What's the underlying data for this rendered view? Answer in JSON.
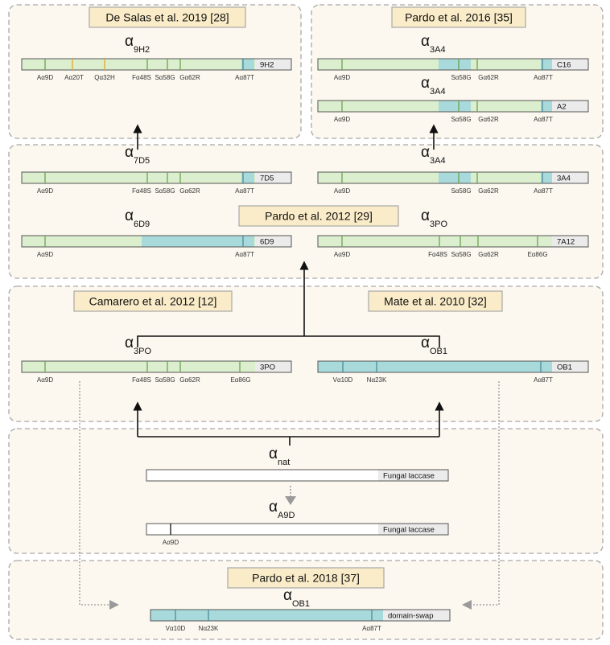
{
  "refs": {
    "desalas": "De Salas et al. 2019 [28]",
    "pardo2016": "Pardo et al. 2016 [35]",
    "pardo2012": "Pardo et al. 2012 [29]",
    "camarero": "Camarero et al. 2012 [12]",
    "mate": "Mate et al. 2010 [32]",
    "pardo2018": "Pardo et al. 2018 [37]"
  },
  "alpha": {
    "symbol": "α",
    "a9h2": "9H2",
    "a3a4_top": "3A4",
    "a3a4_mid": "3A4",
    "a7d5": "7D5",
    "a3a4": "3A4",
    "a6d9": "6D9",
    "a3po_top": "3PO",
    "a3po": "3PO",
    "aob1": "OB1",
    "anat": "nat",
    "aa9d": "A9D",
    "aob1_swap": "OB1"
  },
  "constructs": [
    {
      "id": "b9h2",
      "tag": "9H2",
      "mutations": [
        "Aα9D",
        "Aα20T",
        "Qα32H",
        "Fα48S",
        "Sα58G",
        "Gα62R",
        "Aα87T"
      ]
    },
    {
      "id": "bc16",
      "tag": "C16",
      "mutations": [
        "Aα9D",
        "Sα58G",
        "Gα62R",
        "Aα87T"
      ]
    },
    {
      "id": "ba2",
      "tag": "A2",
      "mutations": [
        "Aα9D",
        "Sα58G",
        "Gα62R",
        "Aα87T"
      ]
    },
    {
      "id": "b7d5",
      "tag": "7D5",
      "mutations": [
        "Aα9D",
        "Fα48S",
        "Sα58G",
        "Gα62R",
        "Aα87T"
      ]
    },
    {
      "id": "b3a4",
      "tag": "3A4",
      "mutations": [
        "Aα9D",
        "Sα58G",
        "Gα62R",
        "Aα87T"
      ]
    },
    {
      "id": "b6d9",
      "tag": "6D9",
      "mutations": [
        "Aα9D",
        "Aα87T"
      ]
    },
    {
      "id": "b7a12",
      "tag": "7A12",
      "mutations": [
        "Aα9D",
        "Fα48S",
        "Sα58G",
        "Gα62R",
        "Eα86G"
      ]
    },
    {
      "id": "b3po",
      "tag": "3PO",
      "mutations": [
        "Aα9D",
        "Fα48S",
        "Sα58G",
        "Gα62R",
        "Eα86G"
      ]
    },
    {
      "id": "bob1",
      "tag": "OB1",
      "mutations": [
        "Vα10D",
        "Nα23K",
        "Aα87T"
      ]
    },
    {
      "id": "bnat",
      "tag": "Fungal laccase",
      "mutations": []
    },
    {
      "id": "ba9d",
      "tag": "Fungal laccase",
      "mutations": [
        "Aα9D"
      ]
    },
    {
      "id": "bswap",
      "tag": "domain-swap",
      "mutations": [
        "Vα10D",
        "Nα23K",
        "Aα87T"
      ]
    }
  ],
  "colors": {
    "green": "#dbefcf",
    "blue": "#a9dadb",
    "tick_green": "#6ea052",
    "tick_orange": "#e3a72a",
    "tick_blue": "#4c8a96",
    "tag_gray": "#ebebeb",
    "panel": "#fcf8ef"
  }
}
